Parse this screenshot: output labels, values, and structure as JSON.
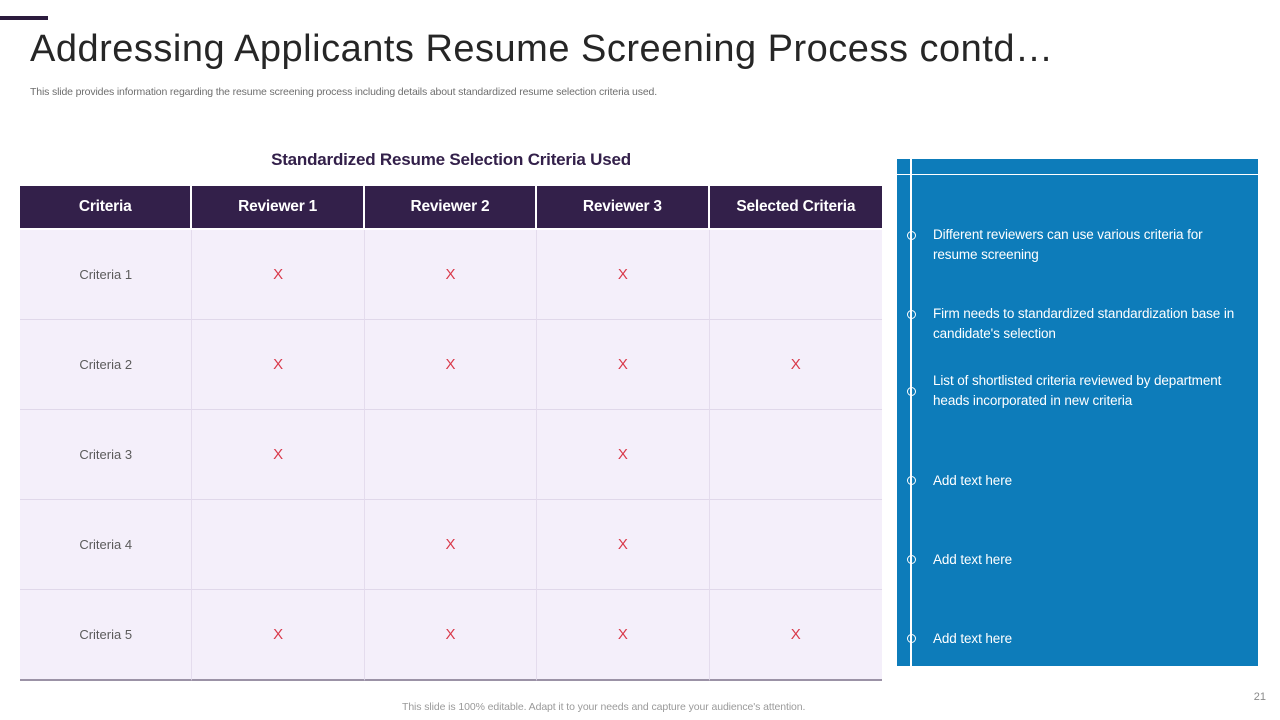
{
  "slide": {
    "title": "Addressing Applicants Resume Screening Process contd…",
    "subtitle": "This slide provides information regarding the resume screening process including details about standardized resume selection criteria used.",
    "footer_note": "This slide is 100% editable. Adapt it to your needs and capture your audience's attention.",
    "page_number": "21",
    "accent_color": "#2b1b3d"
  },
  "table_section": {
    "heading": "Standardized Resume Selection Criteria Used",
    "header_bg": "#33204a",
    "body_bg": "#f4effa",
    "mark_color": "#d9394a",
    "mark_symbol": "X",
    "columns": [
      "Criteria",
      "Reviewer 1",
      "Reviewer 2",
      "Reviewer 3",
      "Selected Criteria"
    ],
    "rows": [
      {
        "label": "Criteria 1",
        "marks": [
          "X",
          "X",
          "X",
          ""
        ]
      },
      {
        "label": "Criteria 2",
        "marks": [
          "X",
          "X",
          "X",
          "X"
        ]
      },
      {
        "label": "Criteria 3",
        "marks": [
          "X",
          "",
          "X",
          ""
        ]
      },
      {
        "label": "Criteria 4",
        "marks": [
          "",
          "X",
          "X",
          ""
        ]
      },
      {
        "label": "Criteria 5",
        "marks": [
          "X",
          "X",
          "X",
          "X"
        ]
      }
    ]
  },
  "info_panel": {
    "background": "#0d7cba",
    "items": [
      {
        "text": "Different reviewers can use various criteria for resume screening"
      },
      {
        "text": "Firm needs to standardized standardization base in candidate's selection"
      },
      {
        "text": "List of shortlisted criteria reviewed by department heads incorporated in new criteria"
      },
      {
        "text": "Add text here"
      },
      {
        "text": "Add text here"
      },
      {
        "text": "Add text here"
      }
    ]
  }
}
